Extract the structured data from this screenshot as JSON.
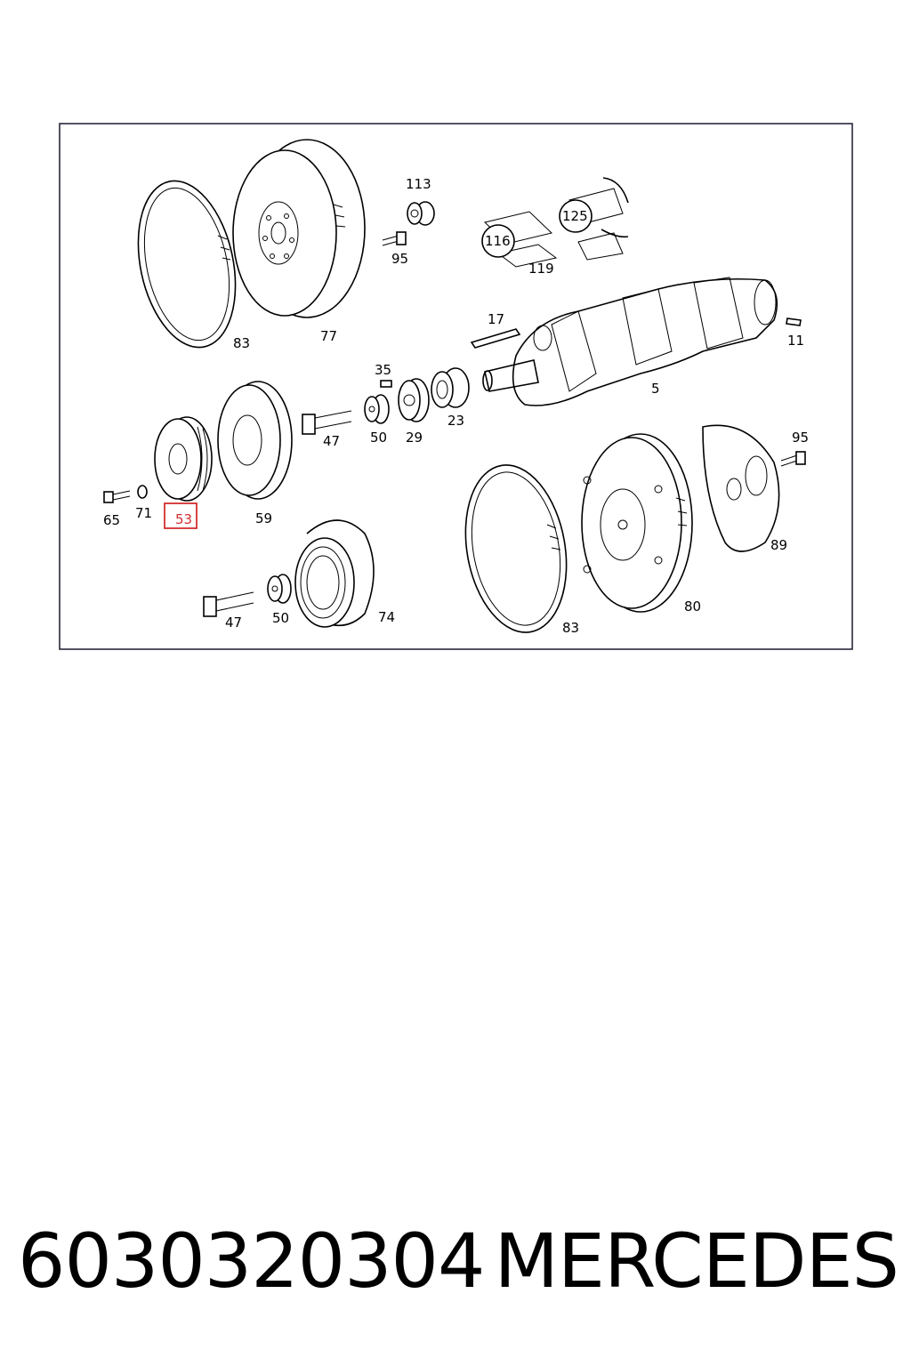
{
  "labels": {
    "l83a": "83",
    "l77": "77",
    "l113": "113",
    "l95a": "95",
    "l116": "116",
    "l125": "125",
    "l119": "119",
    "l17": "17",
    "l11": "11",
    "l35": "35",
    "l5": "5",
    "l47a": "47",
    "l50a": "50",
    "l29": "29",
    "l23": "23",
    "l95b": "95",
    "l65": "65",
    "l71": "71",
    "l53": "53",
    "l59": "59",
    "l89": "89",
    "l80": "80",
    "l47b": "47",
    "l50b": "50",
    "l74": "74",
    "l83b": "83"
  },
  "footer": {
    "part_number": "6030320304",
    "brand": "MERCEDES"
  },
  "colors": {
    "highlight": "#d32f2f",
    "frame": "#1a1a2e"
  }
}
